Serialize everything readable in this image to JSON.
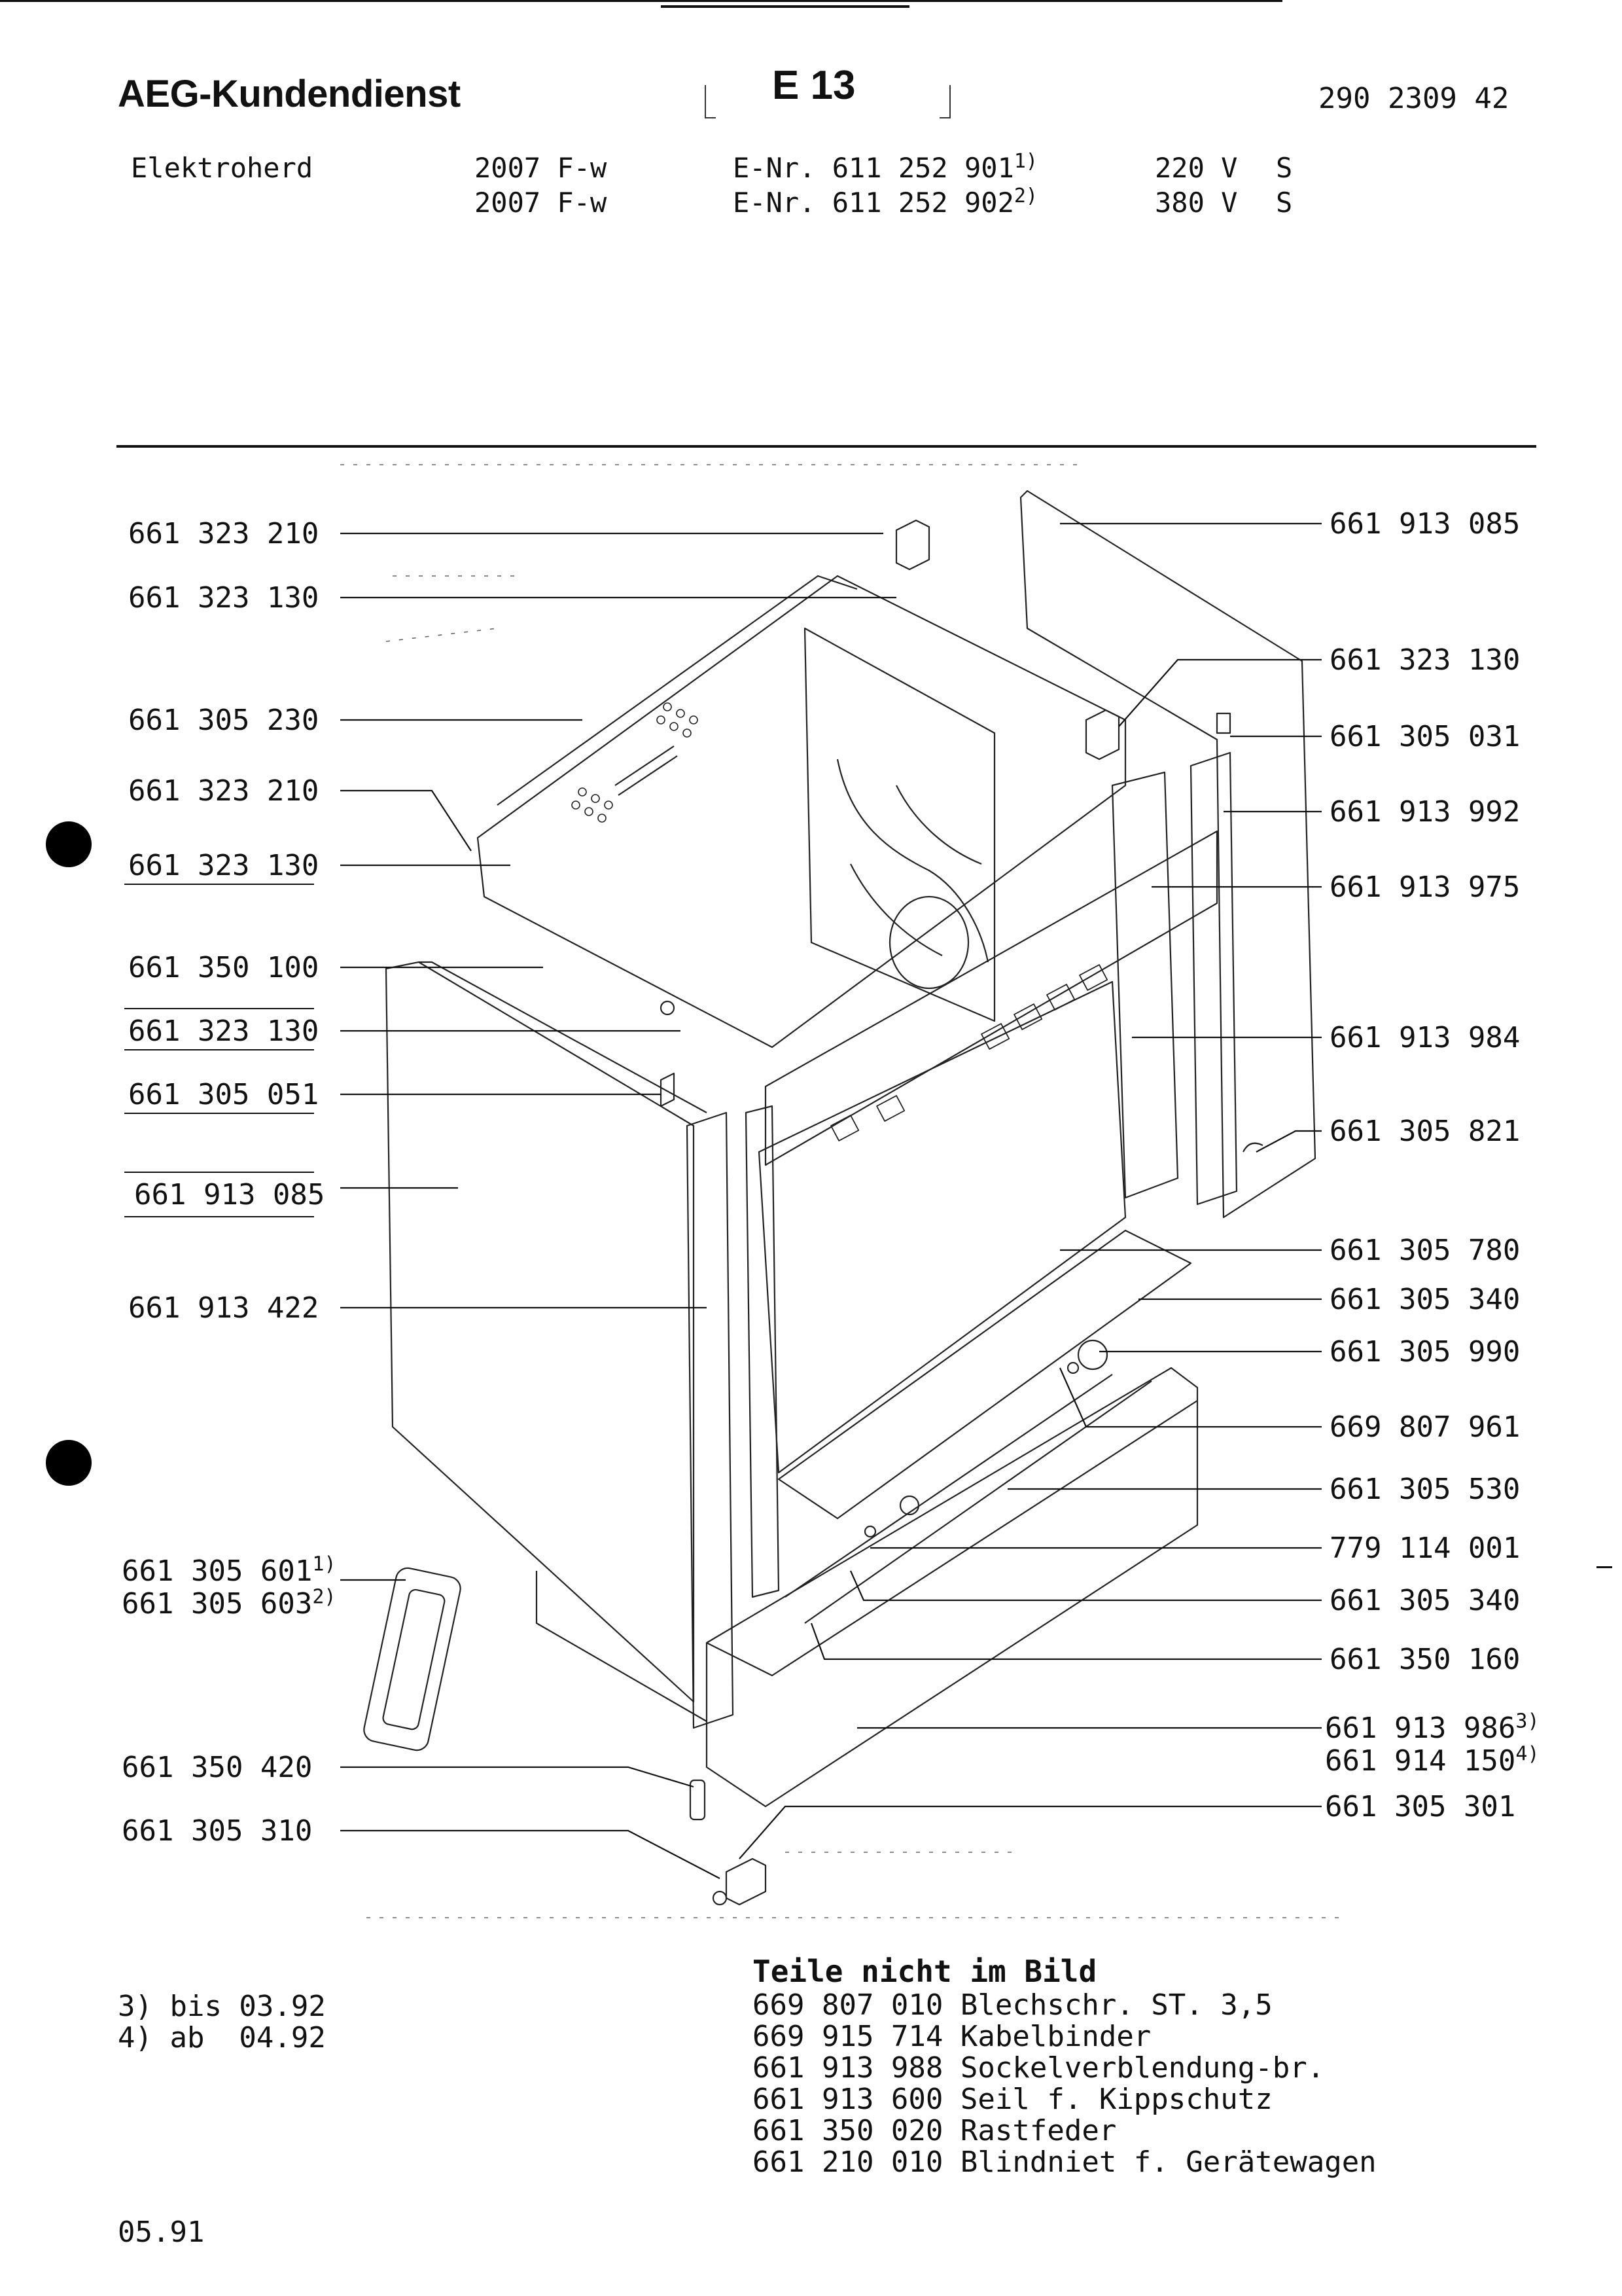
{
  "header": {
    "brand": "AEG-Kundendienst",
    "code": "E 13",
    "doc_number": "290 2309 42"
  },
  "product": {
    "name": "Elektroherd",
    "rows": [
      {
        "model": "2007 F-w",
        "enr": "E-Nr. 611 252 901",
        "note": "1)",
        "voltage": "220 V",
        "suffix": "S"
      },
      {
        "model": "2007 F-w",
        "enr": "E-Nr. 611 252 902",
        "note": "2)",
        "voltage": "380 V",
        "suffix": "S"
      }
    ]
  },
  "callouts_left": [
    {
      "text": "661 323 210"
    },
    {
      "text": "661 323 130"
    },
    {
      "text": "661 305 230"
    },
    {
      "text": "661 323 210"
    },
    {
      "text": "661 323 130"
    },
    {
      "text": "661 350 100"
    },
    {
      "text": "661 323 130"
    },
    {
      "text": "661 305 051"
    },
    {
      "text": "661 913 085"
    },
    {
      "text": "661 913 422"
    },
    {
      "text": "661 305 601",
      "note": "1)"
    },
    {
      "text": "661 305 603",
      "note": "2)"
    },
    {
      "text": "661 350 420"
    },
    {
      "text": "661 305 310"
    }
  ],
  "callouts_right": [
    {
      "text": "661 913 085"
    },
    {
      "text": "661 323 130"
    },
    {
      "text": "661 305 031"
    },
    {
      "text": "661 913 992"
    },
    {
      "text": "661 913 975"
    },
    {
      "text": "661 913 984"
    },
    {
      "text": "661 305 821"
    },
    {
      "text": "661 305 780"
    },
    {
      "text": "661 305 340"
    },
    {
      "text": "661 305 990"
    },
    {
      "text": "669 807 961"
    },
    {
      "text": "661 305 530"
    },
    {
      "text": "779 114 001"
    },
    {
      "text": "661 305 340"
    },
    {
      "text": "661 350 160"
    },
    {
      "text": "661 913 986",
      "note": "3)"
    },
    {
      "text": "661 914 150",
      "note": "4)"
    },
    {
      "text": "661 305 301"
    }
  ],
  "footnotes": [
    {
      "text": "3) bis 03.92"
    },
    {
      "text": "4) ab  04.92"
    }
  ],
  "parts_not_shown": {
    "title": "Teile nicht im Bild",
    "items": [
      {
        "number": "669 807 010",
        "desc": "Blechschr. ST. 3,5"
      },
      {
        "number": "669 915 714",
        "desc": "Kabelbinder"
      },
      {
        "number": "661 913 988",
        "desc": "Sockelverblendung-br."
      },
      {
        "number": "661 913 600",
        "desc": "Seil f. Kippschutz"
      },
      {
        "number": "661 350 020",
        "desc": "Rastfeder"
      },
      {
        "number": "661 210 010",
        "desc": "Blindniet f. Gerätewagen"
      }
    ]
  },
  "date": "05.91"
}
